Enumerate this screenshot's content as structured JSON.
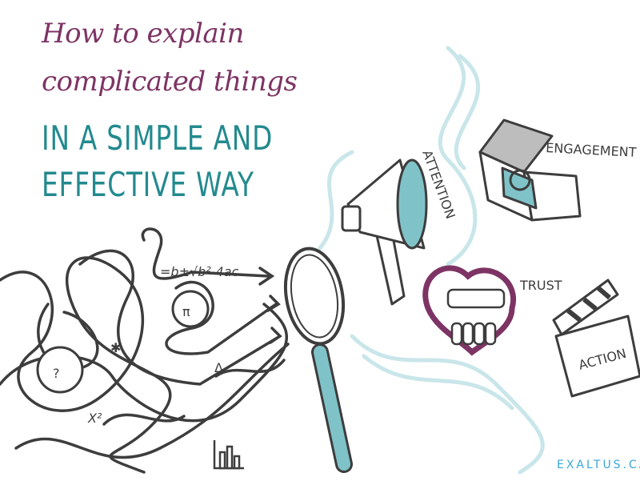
{
  "title": {
    "line1": "How to explain",
    "line2": "complicated things",
    "line3": "IN A SIMPLE AND",
    "line4": "EFFECTIVE WAY"
  },
  "labels": {
    "attention": "ATTENTION",
    "engagement": "ENGAGEMENT",
    "trust": "TRUST",
    "action": "ACTION"
  },
  "doodles": {
    "formula": "=b±√b²-4ac",
    "pi": "π",
    "question": "?",
    "x_squared": "X²",
    "delta": "Δ"
  },
  "brand": "EXALTUS.CA",
  "colors": {
    "purple": "#7d3464",
    "teal": "#238a8e",
    "light_blue": "#c9e6ea",
    "line": "#3d3d3d",
    "brand": "#3aa7dc"
  }
}
